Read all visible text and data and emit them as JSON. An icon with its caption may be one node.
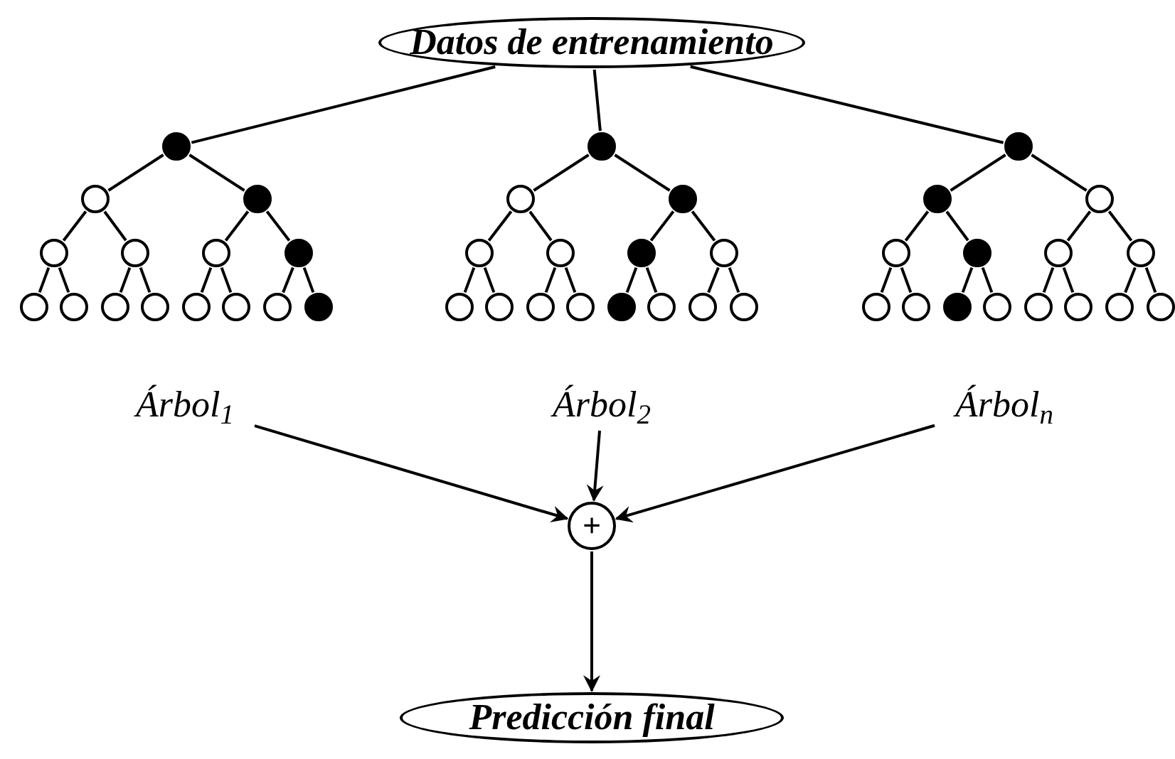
{
  "diagram": {
    "nodes": [
      {
        "text": [
          "Datos de entrenamiento"
        ]
      },
      {
        "text": [],
        "shape": "dot"
      },
      {
        "text": [],
        "shape": "circle"
      },
      {
        "text": [],
        "shape": "dot"
      },
      {
        "text": [],
        "shape": "circle"
      },
      {
        "text": [],
        "shape": "circle"
      },
      {
        "text": [],
        "shape": "circle"
      },
      {
        "text": [],
        "shape": "dot"
      },
      {
        "text": [],
        "shape": "circle"
      },
      {
        "text": [],
        "shape": "circle"
      },
      {
        "text": [],
        "shape": "circle"
      },
      {
        "text": [],
        "shape": "circle"
      },
      {
        "text": [],
        "shape": "circle"
      },
      {
        "text": [],
        "shape": "circle"
      },
      {
        "text": [],
        "shape": "circle"
      },
      {
        "text": [],
        "shape": "dot"
      },
      {
        "text": [],
        "shape": "dot"
      },
      {
        "text": [],
        "shape": "circle"
      },
      {
        "text": [],
        "shape": "dot"
      },
      {
        "text": [],
        "shape": "circle"
      },
      {
        "text": [],
        "shape": "circle"
      },
      {
        "text": [],
        "shape": "dot"
      },
      {
        "text": [],
        "shape": "circle"
      },
      {
        "text": [],
        "shape": "circle"
      },
      {
        "text": [],
        "shape": "circle"
      },
      {
        "text": [],
        "shape": "circle"
      },
      {
        "text": [],
        "shape": "circle"
      },
      {
        "text": [],
        "shape": "dot"
      },
      {
        "text": [],
        "shape": "circle"
      },
      {
        "text": [],
        "shape": "circle"
      },
      {
        "text": [],
        "shape": "circle"
      },
      {
        "text": [],
        "shape": "dot"
      },
      {
        "text": [],
        "shape": "dot"
      },
      {
        "text": [],
        "shape": "circle"
      },
      {
        "text": [],
        "shape": "circle"
      },
      {
        "text": [],
        "shape": "dot"
      },
      {
        "text": [],
        "shape": "circle"
      },
      {
        "text": [],
        "shape": "circle"
      },
      {
        "text": [],
        "shape": "circle"
      },
      {
        "text": [],
        "shape": "circle"
      },
      {
        "text": [],
        "shape": "dot"
      },
      {
        "text": [],
        "shape": "circle"
      },
      {
        "text": [],
        "shape": "circle"
      },
      {
        "text": [],
        "shape": "circle"
      },
      {
        "text": [],
        "shape": "circle"
      },
      {
        "text": [],
        "shape": "circle"
      },
      {
        "text": [
          "Árbol$_{1}$"
        ]
      },
      {
        "text": [
          "Árbol$_{2}$"
        ]
      },
      {
        "text": [
          "Árbol$_{n}$"
        ]
      },
      {
        "text": [
          "+"
        ]
      },
      {
        "text": [
          "Predicción final"
        ]
      }
    ],
    "edges": [
      {
        "from": 0,
        "to": 1,
        "arrow": "none"
      },
      {
        "from": 0,
        "to": 16,
        "arrow": "none"
      },
      {
        "from": 0,
        "to": 31,
        "arrow": "none"
      },
      {
        "from": 1,
        "to": 2,
        "arrow": "none"
      },
      {
        "from": 1,
        "to": 3,
        "arrow": "none"
      },
      {
        "from": 2,
        "to": 4,
        "arrow": "none"
      },
      {
        "from": 2,
        "to": 5,
        "arrow": "none"
      },
      {
        "from": 3,
        "to": 6,
        "arrow": "none"
      },
      {
        "from": 3,
        "to": 7,
        "arrow": "none"
      },
      {
        "from": 4,
        "to": 8,
        "arrow": "none"
      },
      {
        "from": 4,
        "to": 9,
        "arrow": "none"
      },
      {
        "from": 5,
        "to": 10,
        "arrow": "none"
      },
      {
        "from": 5,
        "to": 11,
        "arrow": "none"
      },
      {
        "from": 6,
        "to": 12,
        "arrow": "none"
      },
      {
        "from": 6,
        "to": 13,
        "arrow": "none"
      },
      {
        "from": 7,
        "to": 14,
        "arrow": "none"
      },
      {
        "from": 7,
        "to": 15,
        "arrow": "none"
      },
      {
        "from": 16,
        "to": 17,
        "arrow": "none"
      },
      {
        "from": 16,
        "to": 18,
        "arrow": "none"
      },
      {
        "from": 17,
        "to": 19,
        "arrow": "none"
      },
      {
        "from": 17,
        "to": 20,
        "arrow": "none"
      },
      {
        "from": 18,
        "to": 21,
        "arrow": "none"
      },
      {
        "from": 18,
        "to": 22,
        "arrow": "none"
      },
      {
        "from": 19,
        "to": 23,
        "arrow": "none"
      },
      {
        "from": 19,
        "to": 24,
        "arrow": "none"
      },
      {
        "from": 20,
        "to": 25,
        "arrow": "none"
      },
      {
        "from": 20,
        "to": 26,
        "arrow": "none"
      },
      {
        "from": 21,
        "to": 27,
        "arrow": "none"
      },
      {
        "from": 21,
        "to": 28,
        "arrow": "none"
      },
      {
        "from": 22,
        "to": 29,
        "arrow": "none"
      },
      {
        "from": 22,
        "to": 30,
        "arrow": "none"
      },
      {
        "from": 31,
        "to": 32,
        "arrow": "none"
      },
      {
        "from": 31,
        "to": 33,
        "arrow": "none"
      },
      {
        "from": 32,
        "to": 34,
        "arrow": "none"
      },
      {
        "from": 32,
        "to": 35,
        "arrow": "none"
      },
      {
        "from": 33,
        "to": 36,
        "arrow": "none"
      },
      {
        "from": 33,
        "to": 37,
        "arrow": "none"
      },
      {
        "from": 34,
        "to": 38,
        "arrow": "none"
      },
      {
        "from": 34,
        "to": 39,
        "arrow": "none"
      },
      {
        "from": 35,
        "to": 40,
        "arrow": "none"
      },
      {
        "from": 35,
        "to": 41,
        "arrow": "none"
      },
      {
        "from": 36,
        "to": 42,
        "arrow": "none"
      },
      {
        "from": 36,
        "to": 43,
        "arrow": "none"
      },
      {
        "from": 37,
        "to": 44,
        "arrow": "none"
      },
      {
        "from": 37,
        "to": 45,
        "arrow": "none"
      },
      {
        "from": 46,
        "to": 49,
        "arrow": "to"
      },
      {
        "from": 47,
        "to": 49,
        "arrow": "to"
      },
      {
        "from": 48,
        "to": 49,
        "arrow": "to"
      },
      {
        "from": 49,
        "to": 50,
        "arrow": "to"
      }
    ]
  }
}
